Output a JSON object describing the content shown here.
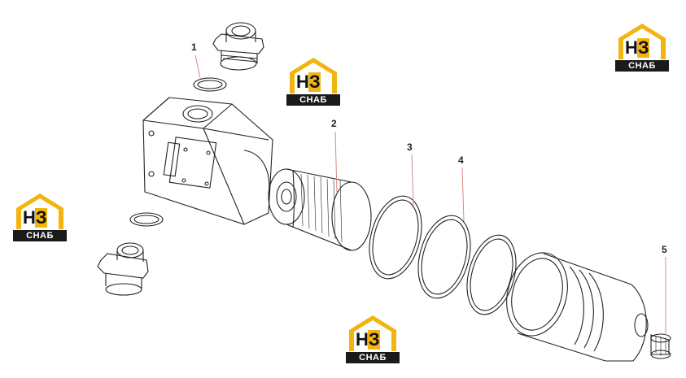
{
  "brand": {
    "logo_mark": "НЗ",
    "logo_text": "СНАБ",
    "accent_color": "#f2b50f",
    "dark_color": "#1a1a1a"
  },
  "callouts": [
    "1",
    "2",
    "3",
    "4",
    "5"
  ],
  "leader_color": "#d88a8a"
}
